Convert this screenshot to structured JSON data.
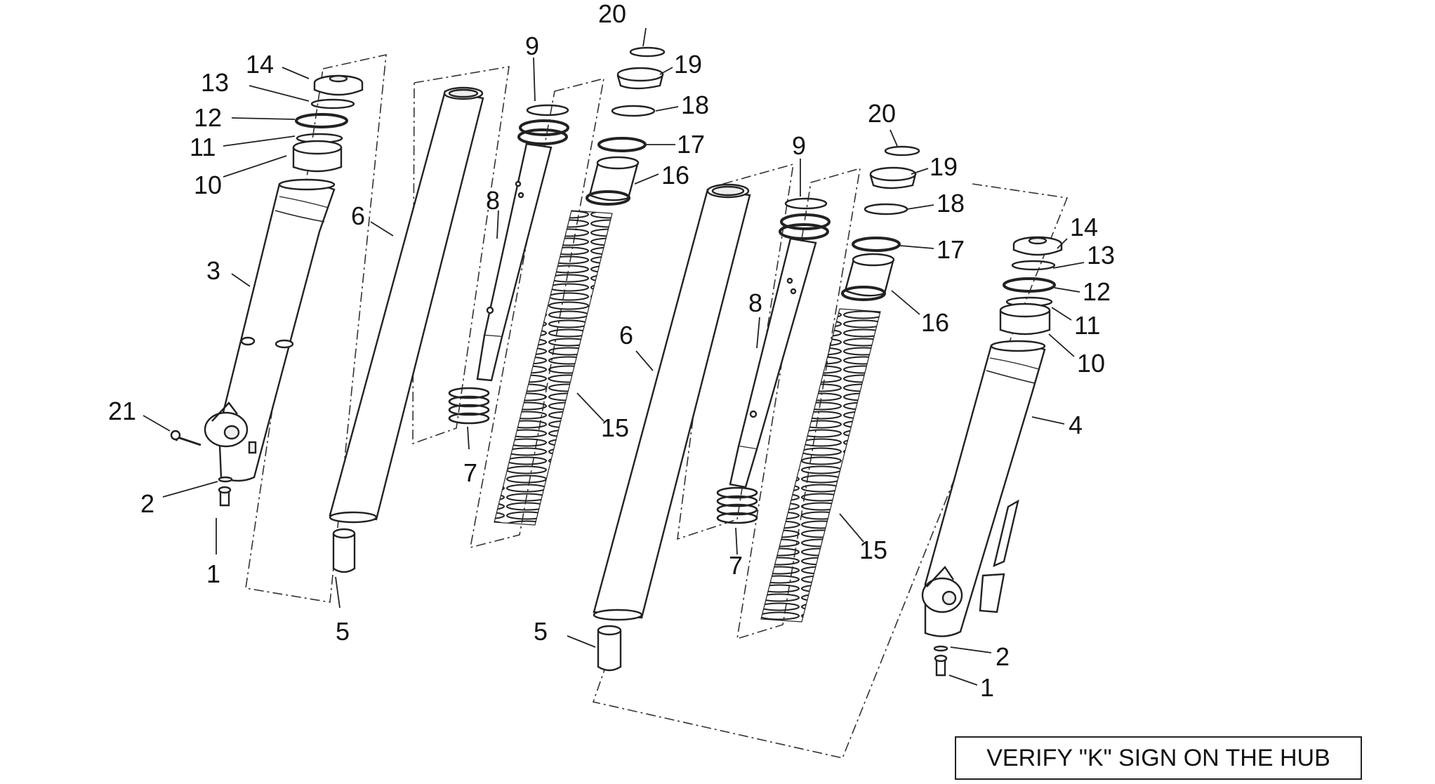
{
  "callouts": {
    "c1a": "1",
    "c1b": "1",
    "c2a": "2",
    "c2b": "2",
    "c3": "3",
    "c4": "4",
    "c5a": "5",
    "c5b": "5",
    "c6a": "6",
    "c6b": "6",
    "c7a": "7",
    "c7b": "7",
    "c8a": "8",
    "c8b": "8",
    "c9a": "9",
    "c9b": "9",
    "c10a": "10",
    "c10b": "10",
    "c11a": "11",
    "c11b": "11",
    "c12a": "12",
    "c12b": "12",
    "c13a": "13",
    "c13b": "13",
    "c14a": "14",
    "c14b": "14",
    "c15a": "15",
    "c15b": "15",
    "c16a": "16",
    "c16b": "16",
    "c17a": "17",
    "c17b": "17",
    "c18a": "18",
    "c18b": "18",
    "c19a": "19",
    "c19b": "19",
    "c20a": "20",
    "c20b": "20",
    "c21": "21"
  },
  "note": "VERIFY \"K\" SIGN ON THE HUB",
  "colors": {
    "line": "#222222",
    "fill": "#ffffff",
    "shade": "#eeeeee"
  }
}
